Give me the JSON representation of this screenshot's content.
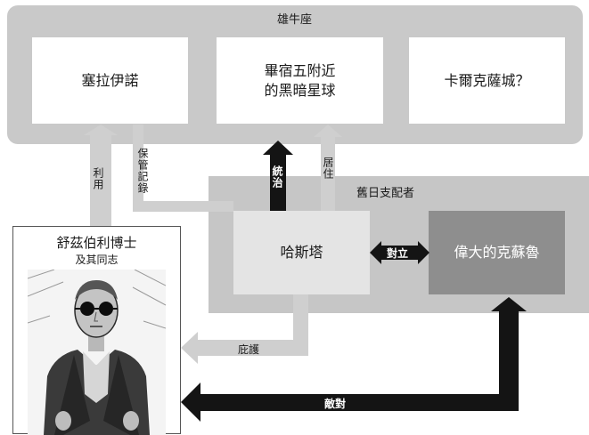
{
  "taurus": {
    "title": "雄牛座",
    "celaeno": "塞拉伊諾",
    "hyades_line1": "畢宿五附近",
    "hyades_line2": "的黑暗星球",
    "carcosa": "卡爾克薩城？"
  },
  "old_ones": {
    "title": "舊日支配者",
    "hastur": "哈斯塔",
    "cthulhu": "偉大的克蘇魯"
  },
  "shrewsbury": {
    "name": "舒茲伯利博士",
    "subtitle": "及其同志"
  },
  "relations": {
    "use": "利用",
    "keep_records": "保管記錄",
    "rule": "統治",
    "reside": "居住",
    "oppose": "對立",
    "protect": "庇護",
    "hostile": "敵對"
  },
  "colors": {
    "panel": "#c9c9c9",
    "light_arrow": "#cfcfcf",
    "dark_arrow": "#141414",
    "cthulhu_box": "#8e8e8e"
  }
}
